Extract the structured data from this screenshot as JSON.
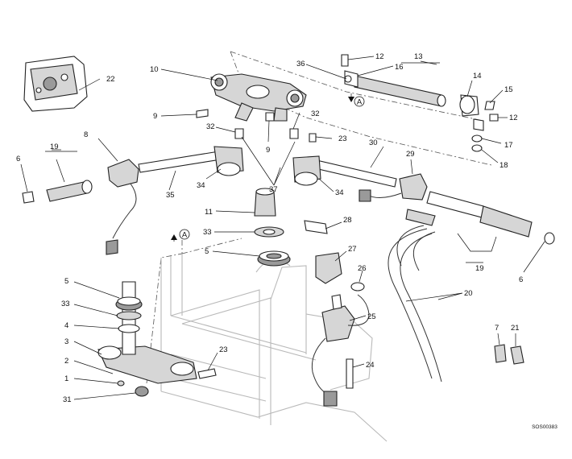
{
  "drawing_code": "SOS00383",
  "ref_marker": "A",
  "callouts": {
    "c1": "1",
    "c2": "2",
    "c3": "3",
    "c4": "4",
    "c5a": "5",
    "c5b": "5",
    "c6a": "6",
    "c6b": "6",
    "c7": "7",
    "c8": "8",
    "c9a": "9",
    "c9b": "9",
    "c10": "10",
    "c11": "11",
    "c12a": "12",
    "c12b": "12",
    "c13": "13",
    "c14": "14",
    "c15": "15",
    "c16": "16",
    "c17": "17",
    "c18": "18",
    "c19a": "19",
    "c19b": "19",
    "c20": "20",
    "c21": "21",
    "c22": "22",
    "c23a": "23",
    "c23b": "23",
    "c24": "24",
    "c25": "25",
    "c26": "26",
    "c27": "27",
    "c28": "28",
    "c29": "29",
    "c30": "30",
    "c31": "31",
    "c32a": "32",
    "c32b": "32",
    "c33a": "33",
    "c33b": "33",
    "c34a": "34",
    "c34b": "34",
    "c35": "35",
    "c36": "36",
    "c37": "37"
  }
}
